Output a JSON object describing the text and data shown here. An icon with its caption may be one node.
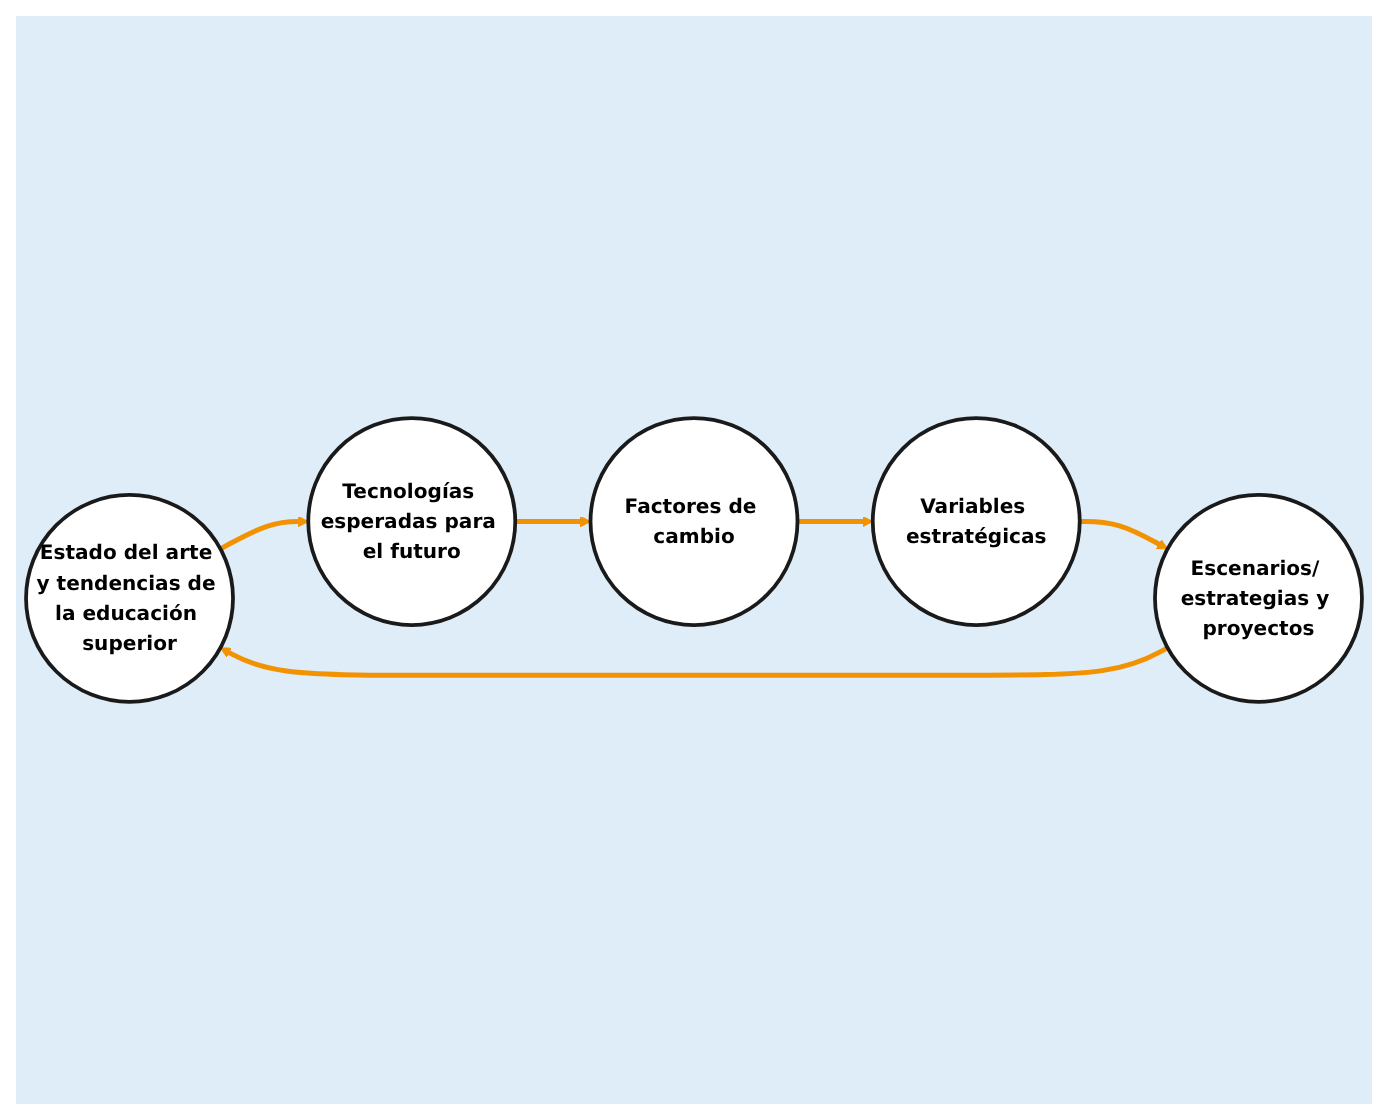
{
  "diagram": {
    "nodes": [
      {
        "text": [
          "Estado del arte y tendencias de la educación superior"
        ]
      },
      {
        "text": [
          "Tecnologías esperadas para el futuro"
        ]
      },
      {
        "text": [
          "Factores de cambio"
        ]
      },
      {
        "text": [
          "Variables estratégicas"
        ]
      },
      {
        "text": [
          "Escenarios/ estrategias y proyectos"
        ]
      }
    ],
    "edges": [
      {
        "from": 0,
        "to": 1,
        "arrow": "to",
        "color": "#f39200"
      },
      {
        "from": 1,
        "to": 2,
        "arrow": "to",
        "color": "#f39200"
      },
      {
        "from": 2,
        "to": 3,
        "arrow": "to",
        "color": "#f39200"
      },
      {
        "from": 3,
        "to": 4,
        "arrow": "to",
        "color": "#f39200"
      },
      {
        "from": 4,
        "to": 0,
        "arrow": "to",
        "color": "#f39200"
      }
    ]
  }
}
